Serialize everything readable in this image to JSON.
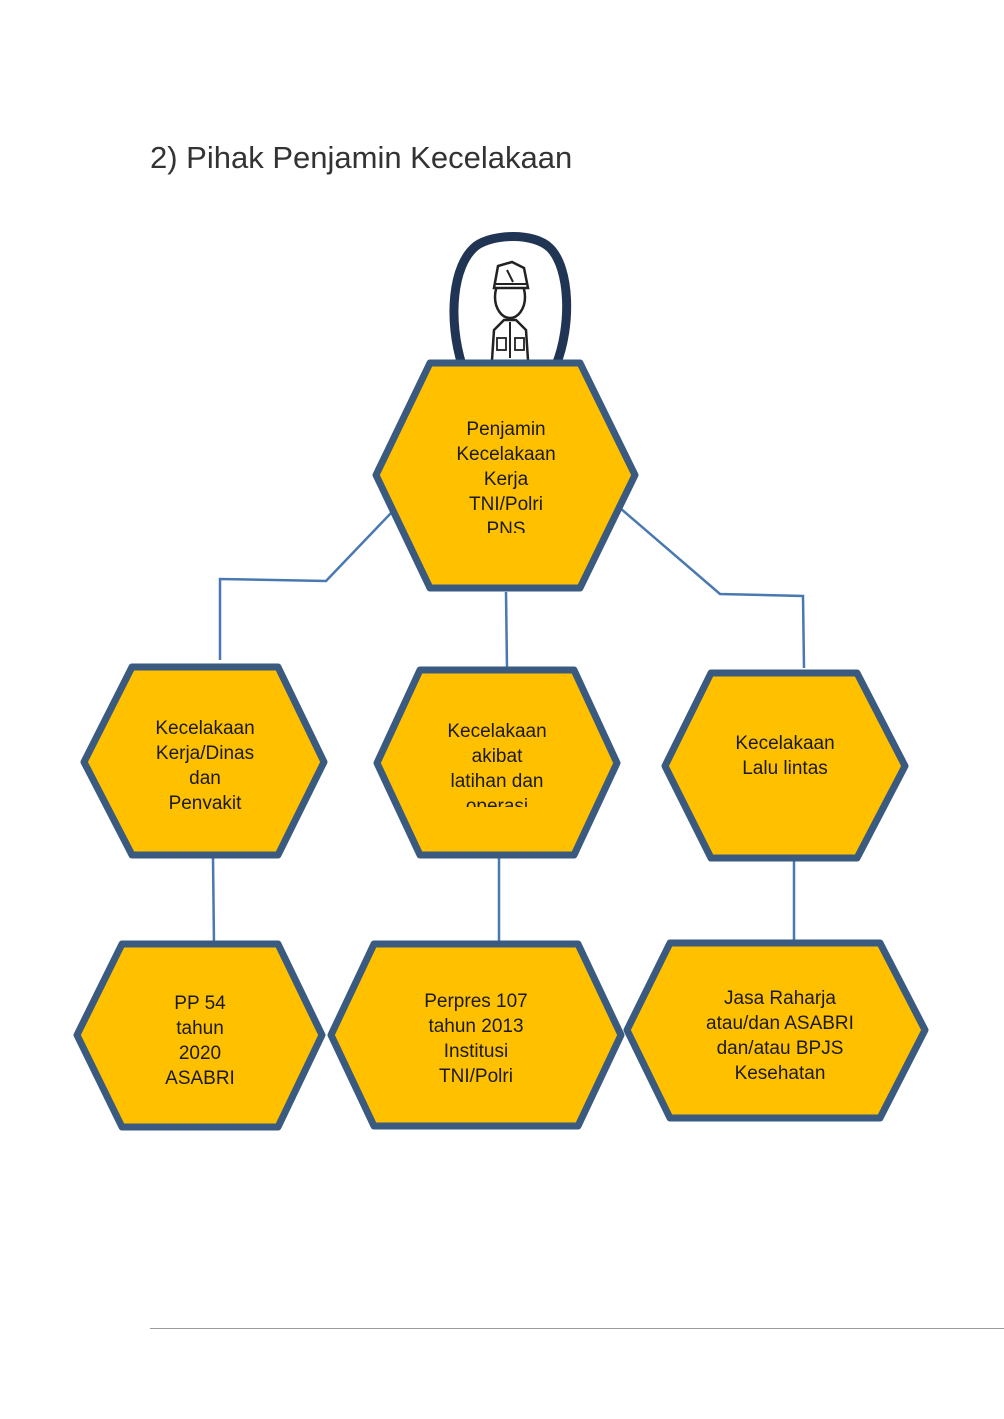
{
  "heading": "2) Pihak Penjamin Kecelakaan",
  "colors": {
    "hex_fill": "#ffc000",
    "hex_border": "#3a5a80",
    "connector": "#4a78b0"
  },
  "diagram": {
    "root": {
      "icon": "soldier-figure-icon",
      "lines": [
        "Penjamin",
        "Kecelakaan",
        "Kerja",
        "TNI/Polri",
        "PNS"
      ]
    },
    "categories": [
      {
        "lines": [
          "Kecelakaan",
          "Kerja/Dinas",
          "dan",
          "Penyakit"
        ]
      },
      {
        "lines": [
          "Kecelakaan",
          "akibat",
          "latihan dan",
          "operasi"
        ]
      },
      {
        "lines": [
          "Kecelakaan",
          "Lalu lintas"
        ]
      }
    ],
    "details": [
      {
        "lines": [
          "PP 54",
          "tahun",
          "2020",
          "ASABRI"
        ]
      },
      {
        "lines": [
          "Perpres 107",
          "tahun 2013",
          "Institusi",
          "TNI/Polri"
        ]
      },
      {
        "lines": [
          "Jasa Raharja",
          "atau/dan ASABRI",
          "dan/atau BPJS",
          "Kesehatan"
        ]
      }
    ]
  }
}
